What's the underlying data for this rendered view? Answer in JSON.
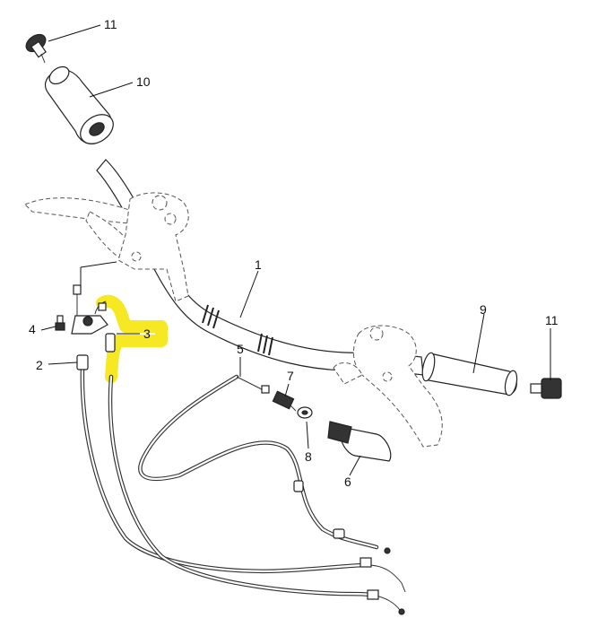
{
  "callouts": [
    {
      "id": "p11a",
      "label": "11"
    },
    {
      "id": "p10",
      "label": "10"
    },
    {
      "id": "p1",
      "label": "1"
    },
    {
      "id": "p9",
      "label": "9"
    },
    {
      "id": "p11b",
      "label": "11"
    },
    {
      "id": "p4",
      "label": "4"
    },
    {
      "id": "p3",
      "label": "3"
    },
    {
      "id": "p2",
      "label": "2"
    },
    {
      "id": "p5",
      "label": "5"
    },
    {
      "id": "p7",
      "label": "7"
    },
    {
      "id": "p8",
      "label": "8"
    },
    {
      "id": "p6",
      "label": "6"
    }
  ],
  "colors": {
    "highlight": "#f5e60a",
    "line": "#222222"
  }
}
